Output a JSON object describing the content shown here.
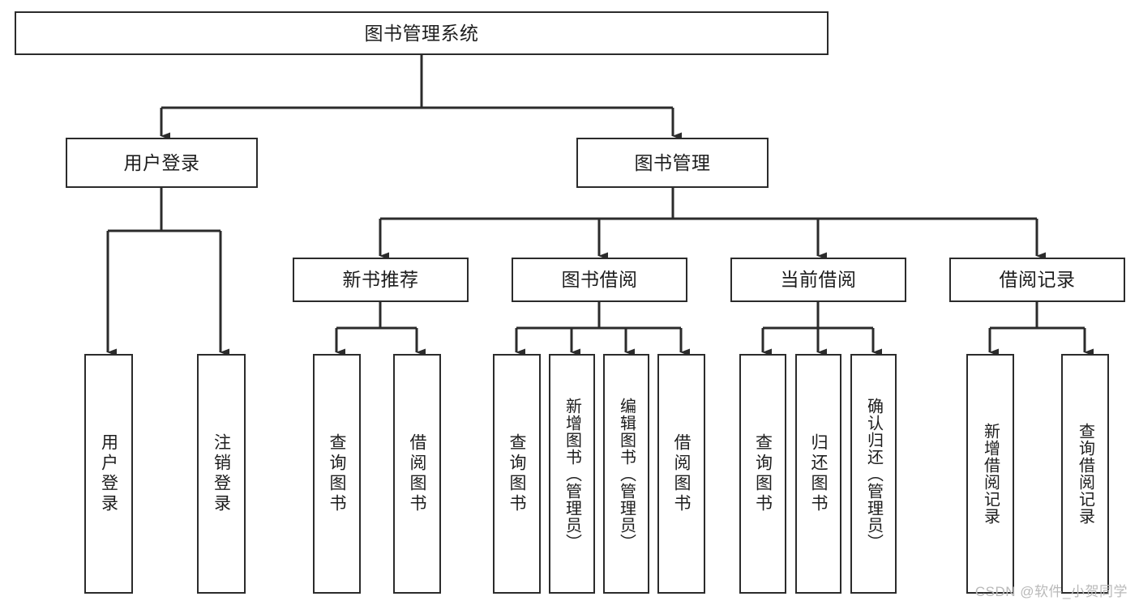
{
  "diagram": {
    "title": "图书管理系统",
    "type": "function-hierarchy-tree",
    "background_color": "#ffffff",
    "line_color": "#2b2b2b",
    "text_color": "#1d1d1d"
  },
  "nodes": {
    "root": {
      "label": "图书管理系统"
    },
    "level2": [
      {
        "label": "用户登录"
      },
      {
        "label": "图书管理"
      }
    ],
    "level3": [
      {
        "label": "新书推荐"
      },
      {
        "label": "图书借阅"
      },
      {
        "label": "当前借阅"
      },
      {
        "label": "借阅记录"
      }
    ],
    "leaves": {
      "user_login": [
        {
          "label": "用户登录"
        },
        {
          "label": "注销登录"
        }
      ],
      "new_book_recommend": [
        {
          "label": "查询图书"
        },
        {
          "label": "借阅图书"
        }
      ],
      "book_borrow": [
        {
          "label": "查询图书"
        },
        {
          "label": "新增图书（管理员）"
        },
        {
          "label": "编辑图书（管理员）"
        },
        {
          "label": "借阅图书"
        }
      ],
      "current_borrow": [
        {
          "label": "查询图书"
        },
        {
          "label": "归还图书"
        },
        {
          "label": "确认归还（管理员）"
        }
      ],
      "borrow_record": [
        {
          "label": "新增借阅记录"
        },
        {
          "label": "查询借阅记录"
        }
      ]
    }
  },
  "watermark": {
    "text": "CSDN @软件_小贺同学"
  }
}
